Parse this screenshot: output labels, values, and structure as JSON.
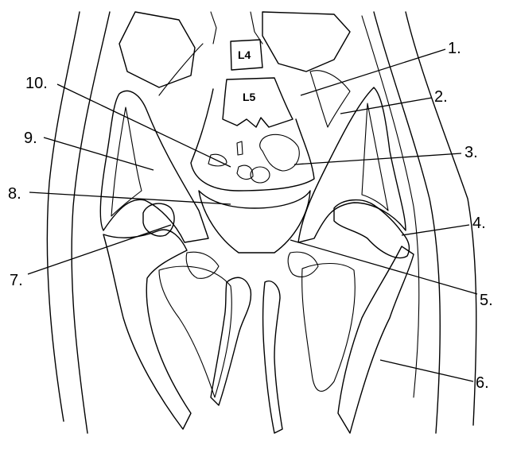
{
  "vertebrae": {
    "l4": "L4",
    "l5": "L5"
  },
  "labels": [
    "1.",
    "2.",
    "3.",
    "4.",
    "5.",
    "6.",
    "7.",
    "8.",
    "9.",
    "10."
  ]
}
